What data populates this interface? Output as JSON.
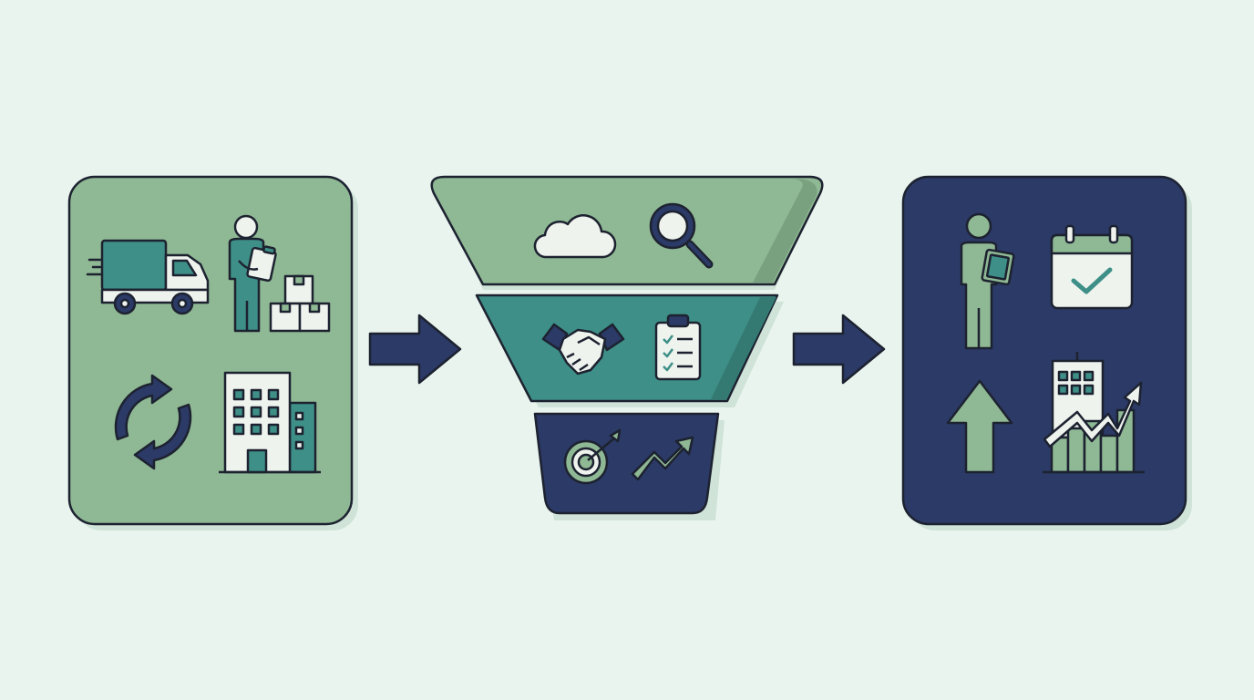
{
  "colors": {
    "background": "#e9f4ef",
    "sage": "#8fb894",
    "sage_dark": "#79a17f",
    "teal": "#3e8f87",
    "teal_dark": "#347a73",
    "navy": "#2b3a66",
    "outline": "#1d2230",
    "paper": "#eef3ee",
    "shadow": "#cfe3d8"
  },
  "diagram": {
    "stages": [
      {
        "id": "inputs",
        "icons": [
          "delivery-truck-icon",
          "worker-clipboard-icon",
          "boxes-icon",
          "cycle-arrows-icon",
          "office-building-icon"
        ]
      },
      {
        "id": "funnel",
        "tiers": [
          {
            "id": "top",
            "icons": [
              "cloud-icon",
              "magnifier-icon"
            ]
          },
          {
            "id": "middle",
            "icons": [
              "handshake-icon",
              "checklist-icon"
            ]
          },
          {
            "id": "bottom",
            "icons": [
              "target-icon",
              "trend-arrow-icon"
            ]
          }
        ]
      },
      {
        "id": "outcomes",
        "icons": [
          "person-tablet-icon",
          "calendar-check-icon",
          "up-arrow-icon",
          "building-growth-icon"
        ]
      }
    ],
    "connectors": [
      "arrow-right-icon",
      "arrow-right-icon"
    ]
  }
}
